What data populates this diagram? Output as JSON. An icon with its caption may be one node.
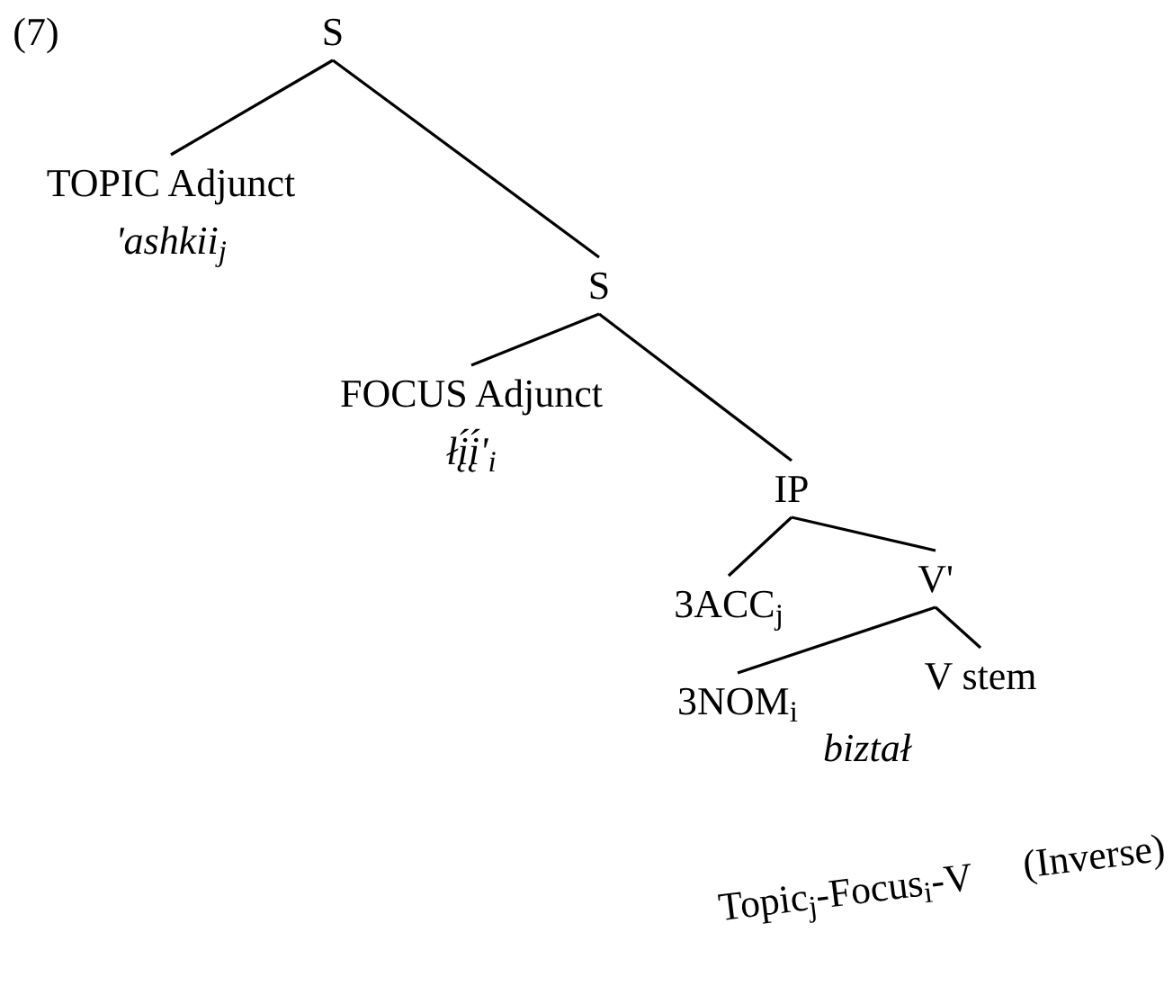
{
  "diagram": {
    "nodes": [
      {
        "text": [
          "S"
        ]
      },
      {
        "text": [
          "TOPIC Adjunct",
          "'ashkii$_{j}$"
        ]
      },
      {
        "text": [
          "S"
        ]
      },
      {
        "text": [
          "FOCUS Adjunct",
          "łį́į́'$_{i}$"
        ]
      },
      {
        "text": [
          "IP"
        ]
      },
      {
        "text": [
          "3ACC$_{j}$"
        ]
      },
      {
        "text": [
          "V'"
        ]
      },
      {
        "text": [
          "3NOM$_{i}$"
        ]
      },
      {
        "text": [
          "V stem"
        ]
      }
    ],
    "edges": [
      {
        "from": 0,
        "to": 1,
        "arrow": "none"
      },
      {
        "from": 0,
        "to": 2,
        "arrow": "none"
      },
      {
        "from": 2,
        "to": 3,
        "arrow": "none"
      },
      {
        "from": 2,
        "to": 4,
        "arrow": "none"
      },
      {
        "from": 4,
        "to": 5,
        "arrow": "none"
      },
      {
        "from": 4,
        "to": 6,
        "arrow": "none"
      },
      {
        "from": 6,
        "to": 7,
        "arrow": "none"
      },
      {
        "from": 6,
        "to": 8,
        "arrow": "none"
      }
    ],
    "labels": [
      "(7)",
      "biztał",
      "Topic$_{j}$-Focus$_{i}$-V",
      "(Inverse)"
    ]
  }
}
